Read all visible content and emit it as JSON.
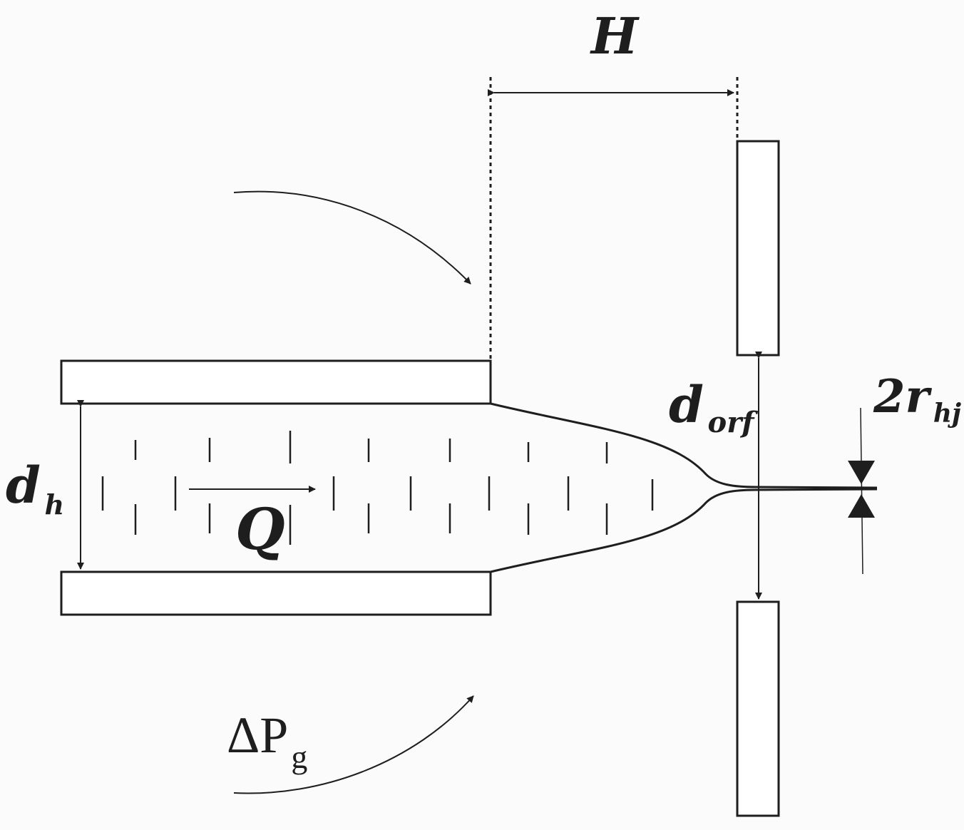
{
  "labels": {
    "H": "H",
    "d_orf_main": "d",
    "d_orf_sub": "orf",
    "r_hj_main": "2r",
    "r_hj_sub": "hj",
    "d_h_main": "d",
    "d_h_sub": "h",
    "Q": "Q",
    "dP_main": "ΔP",
    "dP_sub": "g"
  }
}
